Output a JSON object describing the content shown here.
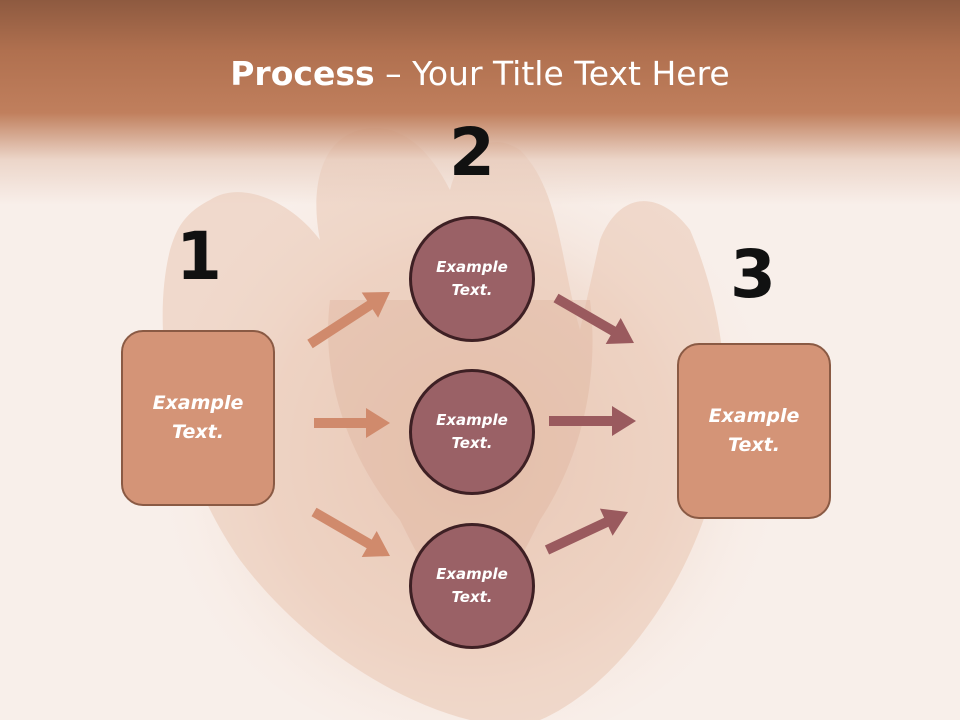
{
  "slide": {
    "title_bold": "Process",
    "title_rest": " – Your Title Text Here",
    "steps": [
      {
        "number": "1",
        "text": "Example Text."
      },
      {
        "number": "2",
        "items": [
          "Example Text.",
          "Example Text.",
          "Example Text."
        ]
      },
      {
        "number": "3",
        "text": "Example Text."
      }
    ]
  },
  "colors": {
    "title_bar": "#b0704f",
    "box_fill": "#d49477",
    "circle_fill": "#9a6166",
    "arrow_left": "#d08a6c",
    "arrow_right": "#9a5a5e"
  }
}
